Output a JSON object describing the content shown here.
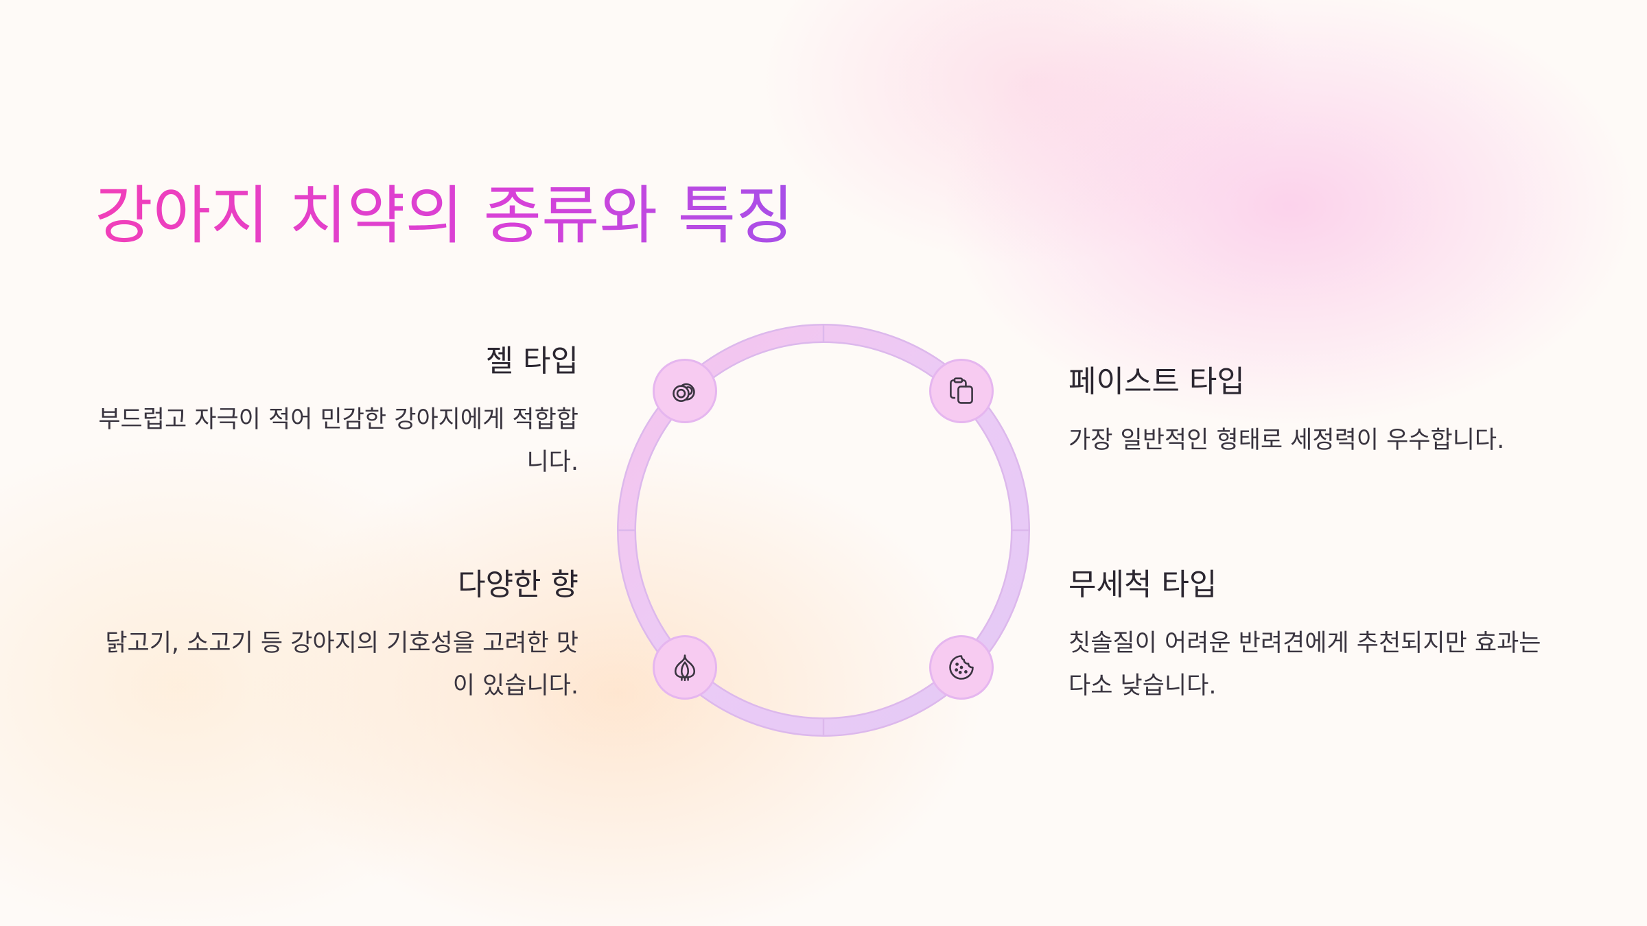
{
  "slide": {
    "title": "강아지 치약의 종류와 특징"
  },
  "items": {
    "gel": {
      "title": "젤 타입",
      "description": "부드럽고 자극이 적어 민감한 강아지에게 적합합니다.",
      "icon": "candy-icon"
    },
    "paste": {
      "title": "페이스트 타입",
      "description": "가장 일반적인 형태로 세정력이 우수합니다.",
      "icon": "clipboard-copy-icon"
    },
    "flavor": {
      "title": "다양한 향",
      "description": "닭고기, 소고기 등 강아지의 기호성을 고려한 맛이 있습니다.",
      "icon": "garlic-icon"
    },
    "rinseless": {
      "title": "무세척 타입",
      "description": "칫솔질이 어려운 반려견에게 추천되지만 효과는 다소 낮습니다.",
      "icon": "cookie-icon"
    }
  },
  "colors": {
    "title_gradient_start": "#f13fb9",
    "title_gradient_end": "#a74fe8",
    "ring_pink": "#f7c6ee",
    "ring_lavender": "#e7cdf7",
    "icon_fill": "#f7cbf1"
  }
}
